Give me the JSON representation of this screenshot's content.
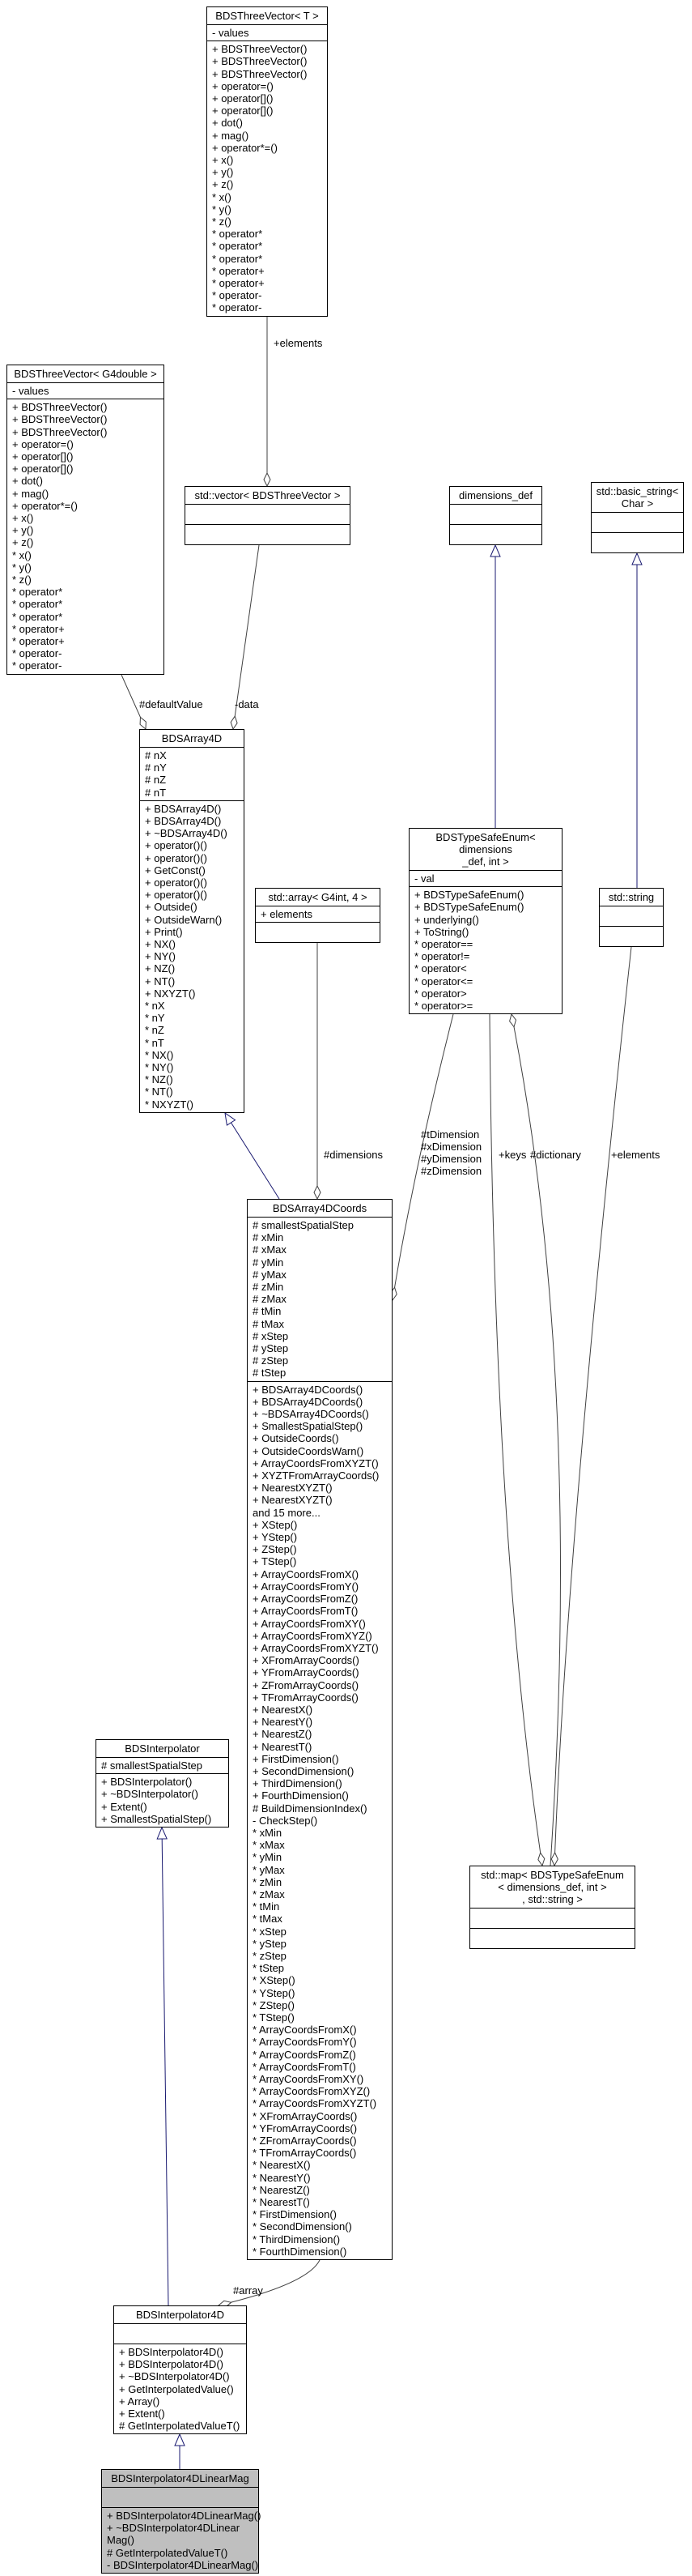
{
  "classes": [
    {
      "id": "tv_t",
      "title": "BDSThreeVector< T >",
      "sections": [
        [
          "- values"
        ],
        [
          "+ BDSThreeVector()",
          "+ BDSThreeVector()",
          "+ BDSThreeVector()",
          "+ operator=()",
          "+ operator[]()",
          "+ operator[]()",
          "+ dot()",
          "+ mag()",
          "+ operator*=()",
          "+ x()",
          "+ y()",
          "+ z()",
          "* x()",
          "* y()",
          "* z()",
          "* operator*",
          "* operator*",
          "* operator*",
          "* operator+",
          "* operator+",
          "* operator-",
          "* operator-"
        ]
      ]
    },
    {
      "id": "tv_g4",
      "title": "BDSThreeVector< G4double >",
      "sections": [
        [
          "- values"
        ],
        [
          "+ BDSThreeVector()",
          "+ BDSThreeVector()",
          "+ BDSThreeVector()",
          "+ operator=()",
          "+ operator[]()",
          "+ operator[]()",
          "+ dot()",
          "+ mag()",
          "+ operator*=()",
          "+ x()",
          "+ y()",
          "+ z()",
          "* x()",
          "* y()",
          "* z()",
          "* operator*",
          "* operator*",
          "* operator*",
          "* operator+",
          "* operator+",
          "* operator-",
          "* operator-"
        ]
      ]
    },
    {
      "id": "vec",
      "title": "std::vector< BDSThreeVector >",
      "sections": [
        [],
        []
      ]
    },
    {
      "id": "dimdef",
      "title": "dimensions_def",
      "sections": [
        [],
        []
      ]
    },
    {
      "id": "basicstr",
      "title": "std::basic_string<\nChar >",
      "sections": [
        [],
        []
      ]
    },
    {
      "id": "arr4d",
      "title": "BDSArray4D",
      "sections": [
        [
          "# nX",
          "# nY",
          "# nZ",
          "# nT"
        ],
        [
          "+ BDSArray4D()",
          "+ BDSArray4D()",
          "+ ~BDSArray4D()",
          "+ operator()()",
          "+ operator()()",
          "+ GetConst()",
          "+ operator()()",
          "+ operator()()",
          "+ Outside()",
          "+ OutsideWarn()",
          "+ Print()",
          "+ NX()",
          "+ NY()",
          "+ NZ()",
          "+ NT()",
          "+ NXYZT()",
          "* nX",
          "* nY",
          "* nZ",
          "* nT",
          "* NX()",
          "* NY()",
          "* NZ()",
          "* NT()",
          "* NXYZT()"
        ]
      ]
    },
    {
      "id": "stdarr",
      "title": "std::array< G4int, 4 >",
      "sections": [
        [
          "+ elements"
        ],
        []
      ]
    },
    {
      "id": "tsenum",
      "title": "BDSTypeSafeEnum< dimensions\n_def, int >",
      "sections": [
        [
          "- val"
        ],
        [
          "+ BDSTypeSafeEnum()",
          "+ BDSTypeSafeEnum()",
          "+ underlying()",
          "+ ToString()",
          "* operator==",
          "* operator!=",
          "* operator<",
          "* operator<=",
          "* operator>",
          "* operator>="
        ]
      ]
    },
    {
      "id": "stdstring",
      "title": "std::string",
      "sections": [
        [],
        []
      ]
    },
    {
      "id": "coords",
      "title": "BDSArray4DCoords",
      "sections": [
        [
          "# smallestSpatialStep",
          "# xMin",
          "# xMax",
          "# yMin",
          "# yMax",
          "# zMin",
          "# zMax",
          "# tMin",
          "# tMax",
          "# xStep",
          "# yStep",
          "# zStep",
          "# tStep"
        ],
        [
          "+ BDSArray4DCoords()",
          "+ BDSArray4DCoords()",
          "+ ~BDSArray4DCoords()",
          "+ SmallestSpatialStep()",
          "+ OutsideCoords()",
          "+ OutsideCoordsWarn()",
          "+ ArrayCoordsFromXYZT()",
          "+ XYZTFromArrayCoords()",
          "+ NearestXYZT()",
          "+ NearestXYZT()",
          "and 15 more...",
          "+ XStep()",
          "+ YStep()",
          "+ ZStep()",
          "+ TStep()",
          "+ ArrayCoordsFromX()",
          "+ ArrayCoordsFromY()",
          "+ ArrayCoordsFromZ()",
          "+ ArrayCoordsFromT()",
          "+ ArrayCoordsFromXY()",
          "+ ArrayCoordsFromXYZ()",
          "+ ArrayCoordsFromXYZT()",
          "+ XFromArrayCoords()",
          "+ YFromArrayCoords()",
          "+ ZFromArrayCoords()",
          "+ TFromArrayCoords()",
          "+ NearestX()",
          "+ NearestY()",
          "+ NearestZ()",
          "+ NearestT()",
          "+ FirstDimension()",
          "+ SecondDimension()",
          "+ ThirdDimension()",
          "+ FourthDimension()",
          "# BuildDimensionIndex()",
          "- CheckStep()",
          "* xMin",
          "* xMax",
          "* yMin",
          "* yMax",
          "* zMin",
          "* zMax",
          "* tMin",
          "* tMax",
          "* xStep",
          "* yStep",
          "* zStep",
          "* tStep",
          "* XStep()",
          "* YStep()",
          "* ZStep()",
          "* TStep()",
          "* ArrayCoordsFromX()",
          "* ArrayCoordsFromY()",
          "* ArrayCoordsFromZ()",
          "* ArrayCoordsFromT()",
          "* ArrayCoordsFromXY()",
          "* ArrayCoordsFromXYZ()",
          "* ArrayCoordsFromXYZT()",
          "* XFromArrayCoords()",
          "* YFromArrayCoords()",
          "* ZFromArrayCoords()",
          "* TFromArrayCoords()",
          "* NearestX()",
          "* NearestY()",
          "* NearestZ()",
          "* NearestT()",
          "* FirstDimension()",
          "* SecondDimension()",
          "* ThirdDimension()",
          "* FourthDimension()"
        ]
      ]
    },
    {
      "id": "interp",
      "title": "BDSInterpolator",
      "sections": [
        [
          "# smallestSpatialStep"
        ],
        [
          "+ BDSInterpolator()",
          "+ ~BDSInterpolator()",
          "+ Extent()",
          "+ SmallestSpatialStep()"
        ]
      ]
    },
    {
      "id": "stdmap",
      "title": "std::map< BDSTypeSafeEnum\n< dimensions_def, int >\n, std::string >",
      "sections": [
        [],
        []
      ]
    },
    {
      "id": "interp4d",
      "title": "BDSInterpolator4D",
      "sections": [
        [],
        [
          "+ BDSInterpolator4D()",
          "+ BDSInterpolator4D()",
          "+ ~BDSInterpolator4D()",
          "+ GetInterpolatedValue()",
          "+ Array()",
          "+ Extent()",
          "# GetInterpolatedValueT()"
        ]
      ]
    },
    {
      "id": "linmag",
      "title": "BDSInterpolator4DLinearMag",
      "sections": [
        [],
        [
          "+ BDSInterpolator4DLinearMag()",
          "+ ~BDSInterpolator4DLinear\nMag()",
          "# GetInterpolatedValueT()",
          "- BDSInterpolator4DLinearMag()"
        ]
      ]
    }
  ],
  "edge_labels": {
    "elements_top": "+elements",
    "default_value": "#defaultValue",
    "data": "-data",
    "dimensions": "#dimensions",
    "dim_members": "#tDimension\n#xDimension\n#yDimension\n#zDimension",
    "keys": "+keys",
    "dictionary": "#dictionary",
    "elements_str": "+elements",
    "array": "#array"
  },
  "colors": {
    "inheritance": "#191970",
    "association": "#404040",
    "highlight_fill": "#bfbfbf"
  }
}
